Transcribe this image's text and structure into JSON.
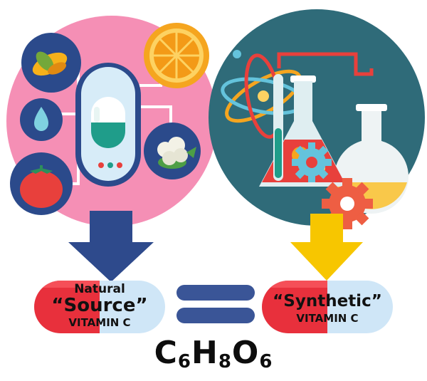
{
  "left_label": {
    "line1": "Natural",
    "line2": "“Source”",
    "line3": "VITAMIN C"
  },
  "right_label": {
    "line1": "“Synthetic”",
    "line2": "VITAMIN C"
  },
  "formula": {
    "c": "C",
    "c_n": "6",
    "h": "H",
    "h_n": "8",
    "o": "O",
    "o_n": "6"
  },
  "colors": {
    "pink_circle": "#f58fb5",
    "teal_circle": "#2f6b79",
    "navy": "#2e4a8c",
    "arrow_yellow": "#f7c600",
    "pill_red": "#e8303c",
    "pill_blue": "#cfe6f7",
    "equals": "#3a5597",
    "orange": "#f5a51f",
    "green": "#1f9d8a",
    "gear": "#ee5e43"
  }
}
